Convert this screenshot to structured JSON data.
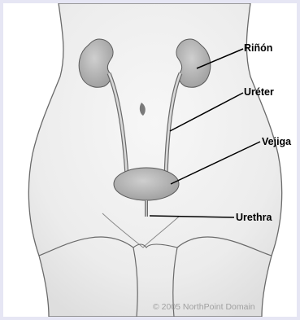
{
  "labels": {
    "kidney": "Riñón",
    "ureter": "Uréter",
    "bladder": "Vejiga",
    "urethra": "Urethra"
  },
  "copyright": "© 2005 NorthPoint Domain",
  "colors": {
    "background": "#e6e6f4",
    "body_fill": "#ececec",
    "organ_fill": "#b8b8b8",
    "outline": "#6a6a6a",
    "leader_line": "#000000"
  }
}
